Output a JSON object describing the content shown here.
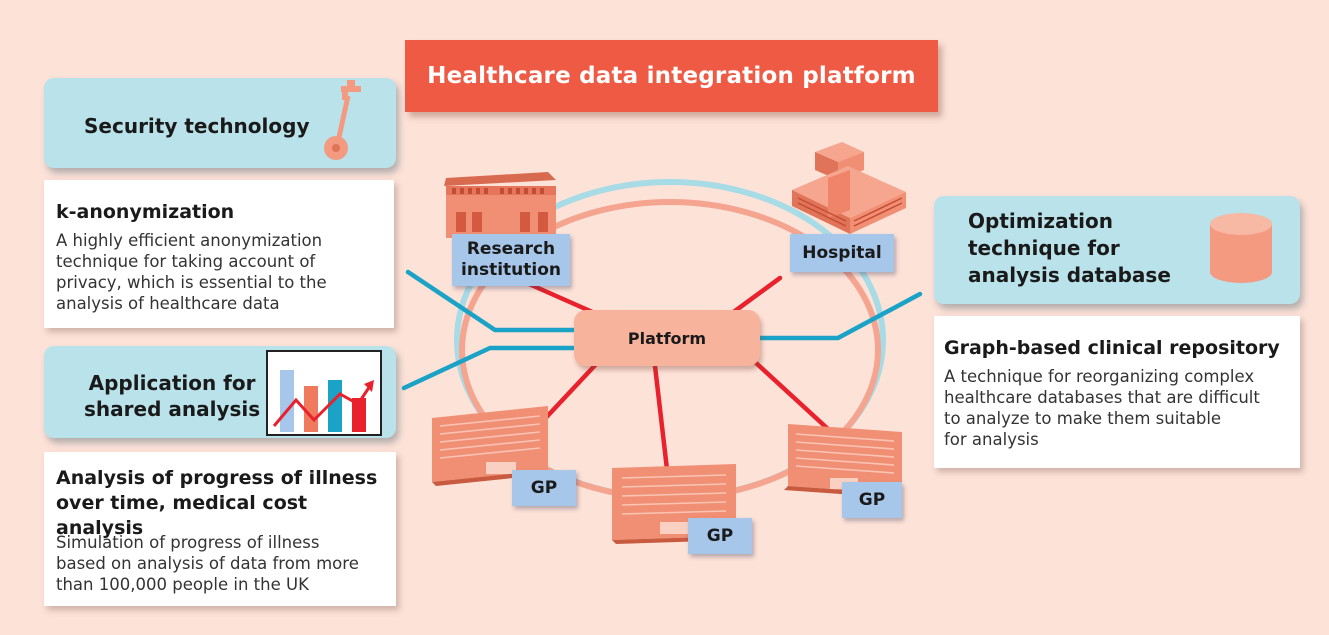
{
  "title": "Healthcare data integration platform",
  "security": {
    "heading": "Security technology",
    "sub_title": "k-anonymization",
    "description_lines": [
      "A highly efficient anonymization",
      "technique for taking account of",
      "privacy, which is essential to the",
      "analysis of healthcare data"
    ]
  },
  "application": {
    "heading_lines": [
      "Application for",
      "shared analysis"
    ],
    "sub_title_lines": [
      "Analysis of progress of illness",
      "over time, medical cost analysis"
    ],
    "description_lines": [
      "Simulation of progress of illness",
      "based on analysis of data from more",
      "than 100,000 people in the UK"
    ]
  },
  "optimization": {
    "heading_lines": [
      "Optimization",
      "technique for",
      "analysis database"
    ],
    "sub_title": "Graph-based clinical repository",
    "description_lines": [
      "A technique for reorganizing complex",
      "healthcare databases that are difficult",
      "to analyze to make them suitable",
      "for analysis"
    ]
  },
  "nodes": {
    "platform": "Platform",
    "research_lines": [
      "Research",
      "institution"
    ],
    "hospital": "Hospital",
    "gp_left": "GP",
    "gp_center": "GP",
    "gp_right": "GP"
  },
  "colors": {
    "background": "#fde2d8",
    "title_banner": "#ef5a45",
    "cyan_box": "#b9e2ea",
    "label_blue": "#a6c6ea",
    "link_red": "#e8212c",
    "link_cyan": "#1aa3c6",
    "ring_cyan": "#9fd8e4",
    "ring_salmon": "#f4a48f",
    "building": "#f18f74"
  }
}
